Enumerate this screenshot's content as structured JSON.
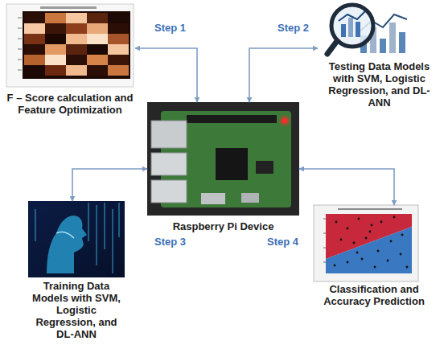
{
  "diagram": {
    "nodes": [
      {
        "text": [
          "F – Score calculation and Feature Optimization"
        ]
      },
      {
        "text": [
          "Testing Data Models with SVM, Logistic Regression, and DL-ANN"
        ]
      },
      {
        "text": [
          "Raspberry Pi Device"
        ]
      },
      {
        "text": [
          "Training Data Models with SVM, Logistic Regression, and DL-ANN"
        ]
      },
      {
        "text": [
          "Classification and Accuracy Prediction"
        ]
      }
    ],
    "edges": [
      {
        "from": 2,
        "to": 0,
        "arrow": "both",
        "label": "Step 1"
      },
      {
        "from": 2,
        "to": 1,
        "arrow": "both",
        "label": "Step 2"
      },
      {
        "from": 2,
        "to": 3,
        "arrow": "both",
        "label": "Step 3"
      },
      {
        "from": 2,
        "to": 4,
        "arrow": "both",
        "label": "Step 4"
      }
    ]
  }
}
